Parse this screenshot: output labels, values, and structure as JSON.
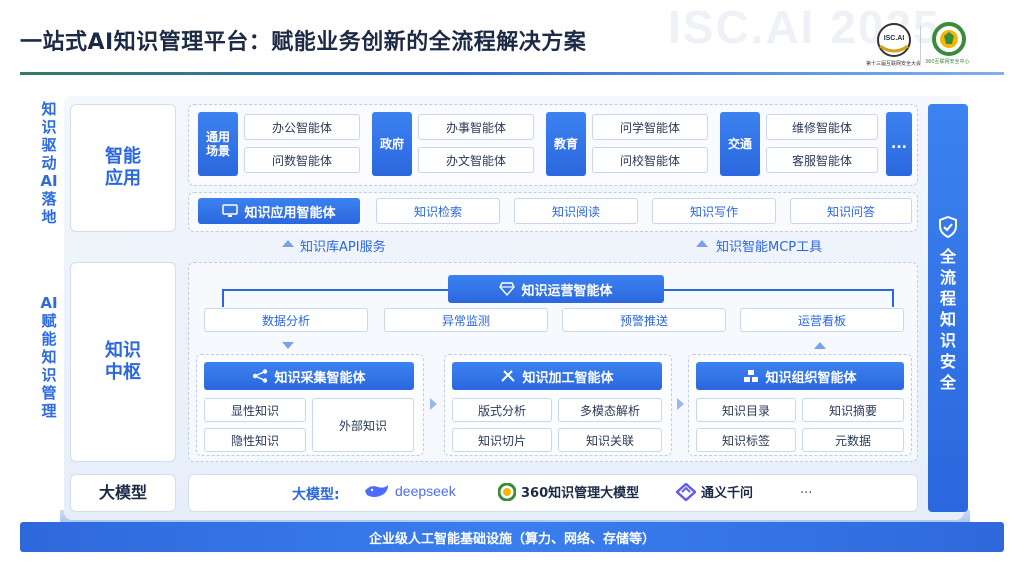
{
  "header": {
    "title": "一站式AI知识管理平台：赋能业务创新的全流程解决方案",
    "watermark": "ISC.AI 2025",
    "logo1_label": "ISC.AI",
    "logo1_caption": "第十三届互联网安全大会",
    "logo2_caption": "360互联网安全中心"
  },
  "left_captions": {
    "top": "知识驱动AI落地",
    "bottom": "AI赋能知识管理"
  },
  "layers": {
    "app": "智能应用",
    "hub": "知识中枢",
    "llm": "大模型"
  },
  "scenarios": [
    {
      "category": "通用场景",
      "items": [
        "办公智能体",
        "问数智能体"
      ]
    },
    {
      "category": "政府",
      "items": [
        "办事智能体",
        "办文智能体"
      ]
    },
    {
      "category": "教育",
      "items": [
        "问学智能体",
        "问校智能体"
      ]
    },
    {
      "category": "交通",
      "items": [
        "维修智能体",
        "客服智能体"
      ]
    }
  ],
  "more_label": "...",
  "knowledge_app": {
    "header": "知识应用智能体",
    "items": [
      "知识检索",
      "知识阅读",
      "知识写作",
      "知识问答"
    ]
  },
  "services": {
    "api": "知识库API服务",
    "mcp": "知识智能MCP工具"
  },
  "ops": {
    "header": "知识运营智能体",
    "items": [
      "数据分析",
      "异常监测",
      "预警推送",
      "运营看板"
    ]
  },
  "agents": {
    "collect": {
      "header": "知识采集智能体",
      "items": [
        "显性知识",
        "隐性知识",
        "外部知识"
      ]
    },
    "process": {
      "header": "知识加工智能体",
      "items": [
        "版式分析",
        "多模态解析",
        "知识切片",
        "知识关联"
      ]
    },
    "organize": {
      "header": "知识组织智能体",
      "items": [
        "知识目录",
        "知识摘要",
        "知识标签",
        "元数据"
      ]
    }
  },
  "llm_row": {
    "label": "大模型:",
    "models": [
      "deepseek",
      "360知识管理大模型",
      "通义千问"
    ],
    "more": "..."
  },
  "security": "全流程知识安全",
  "base": "企业级人工智能基础设施（算力、网络、存储等）",
  "colors": {
    "primary_blue": "#2b67de",
    "light_bg": "#eaf1fb",
    "accent_green": "#2f7d62"
  }
}
